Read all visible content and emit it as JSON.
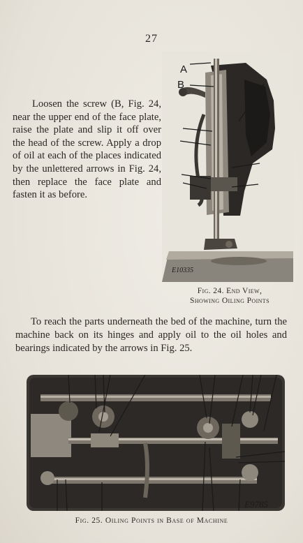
{
  "page_number": "27",
  "paragraph_1": "Loosen the screw (B, Fig. 24, near the upper end of the face plate, raise the plate and slip it off over the head of the screw. Apply a drop of oil at each of the places indicated by the unlettered arrows in Fig. 24, then replace the face plate and fasten it as before.",
  "figure_24": {
    "label_a": "A",
    "label_b": "B",
    "plate_code": "E10335",
    "caption_line_1": "Fig. 24. End View,",
    "caption_line_2": "Showing Oiling Points"
  },
  "paragraph_2": "To reach the parts underneath the bed of the machine, turn the machine back on its hinges and apply oil to the oil holes and bearings indicated by the arrows in Fig. 25.",
  "figure_25": {
    "plate_code": "E9785",
    "caption": "Fig. 25. Oiling Points in Base of Machine"
  }
}
